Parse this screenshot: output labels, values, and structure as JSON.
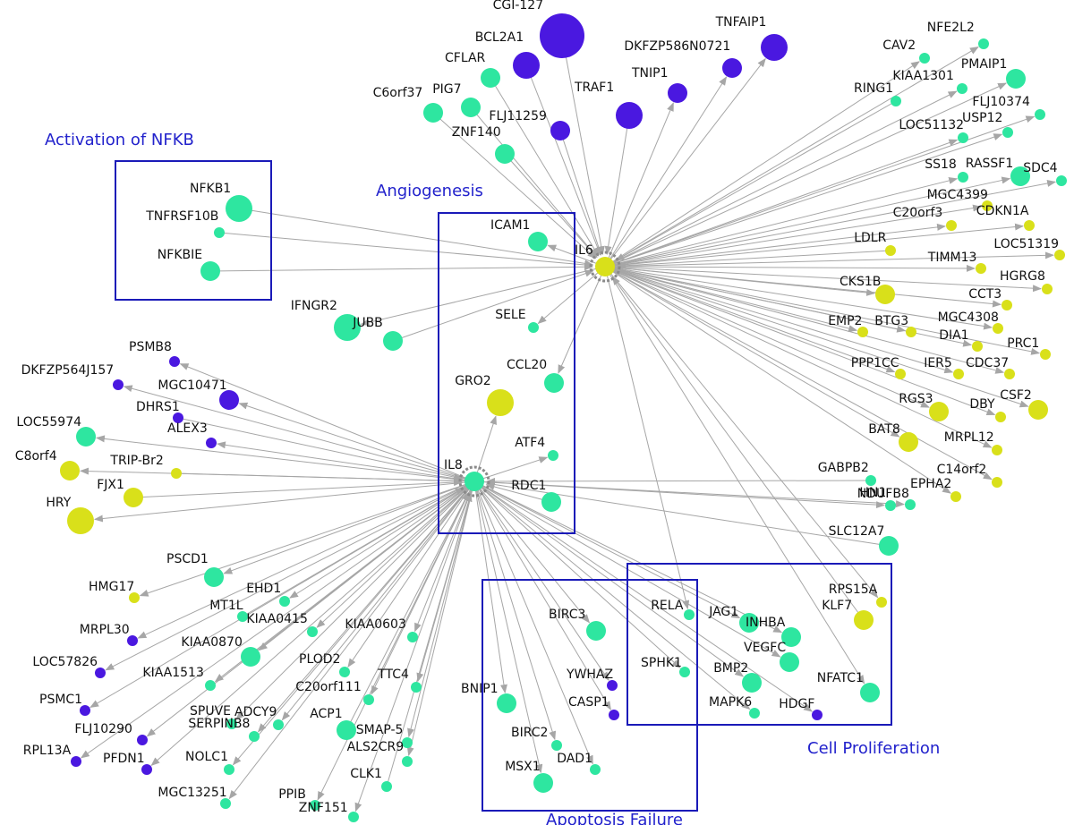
{
  "colors": {
    "purple": "#4a18e0",
    "green": "#2ee6a0",
    "yellow": "#d9e01a",
    "edge": "#a6a6a6",
    "group_border": "#1a1ab8",
    "group_title": "#2222cc"
  },
  "groups": [
    {
      "id": "nfkb",
      "title": "Activation of NFKB"
    },
    {
      "id": "angio",
      "title": "Angiogenesis"
    },
    {
      "id": "apop",
      "title": "Apoptosis Failure"
    },
    {
      "id": "prolif",
      "title": "Cell Proliferation"
    }
  ],
  "hubs": [
    {
      "id": "IL6",
      "label": "IL6",
      "color": "yellow",
      "size": "medium"
    },
    {
      "id": "IL8",
      "label": "IL8",
      "color": "green",
      "size": "medium"
    }
  ],
  "nodes": [
    {
      "label": "CGI-127",
      "color": "purple",
      "size": "xlarge",
      "hub": "IL6"
    },
    {
      "label": "TNFAIP1",
      "color": "purple",
      "size": "large",
      "hub": "IL6"
    },
    {
      "label": "BCL2A1",
      "color": "purple",
      "size": "large",
      "hub": "IL6"
    },
    {
      "label": "DKFZP586N0721",
      "color": "purple",
      "size": "medium",
      "hub": "IL6"
    },
    {
      "label": "CFLAR",
      "color": "green",
      "size": "medium",
      "hub": "IL6"
    },
    {
      "label": "TNIP1",
      "color": "purple",
      "size": "medium",
      "hub": "IL6"
    },
    {
      "label": "TRAF1",
      "color": "purple",
      "size": "large",
      "hub": "IL6"
    },
    {
      "label": "C6orf37",
      "color": "green",
      "size": "medium",
      "hub": "IL6"
    },
    {
      "label": "PIG7",
      "color": "green",
      "size": "medium",
      "hub": "IL6"
    },
    {
      "label": "FLJ11259",
      "color": "purple",
      "size": "medium",
      "hub": "IL6"
    },
    {
      "label": "ZNF140",
      "color": "green",
      "size": "medium",
      "hub": "IL6"
    },
    {
      "label": "NFE2L2",
      "color": "green",
      "size": "small",
      "hub": "IL6"
    },
    {
      "label": "CAV2",
      "color": "green",
      "size": "small",
      "hub": "IL6"
    },
    {
      "label": "KIAA1301",
      "color": "green",
      "size": "small",
      "hub": "IL6"
    },
    {
      "label": "PMAIP1",
      "color": "green",
      "size": "medium",
      "hub": "IL6"
    },
    {
      "label": "RING1",
      "color": "green",
      "size": "small",
      "hub": "IL6"
    },
    {
      "label": "FLJ10374",
      "color": "green",
      "size": "small",
      "hub": "IL6"
    },
    {
      "label": "LOC51132",
      "color": "green",
      "size": "small",
      "hub": "IL6"
    },
    {
      "label": "USP12",
      "color": "green",
      "size": "small",
      "hub": "IL6"
    },
    {
      "label": "SS18",
      "color": "green",
      "size": "small",
      "hub": "IL6"
    },
    {
      "label": "RASSF1",
      "color": "green",
      "size": "medium",
      "hub": "IL6"
    },
    {
      "label": "SDC4",
      "color": "green",
      "size": "small",
      "hub": "IL6"
    },
    {
      "label": "MGC4399",
      "color": "yellow",
      "size": "small",
      "hub": "IL6"
    },
    {
      "label": "C20orf3",
      "color": "yellow",
      "size": "small",
      "hub": "IL6"
    },
    {
      "label": "CDKN1A",
      "color": "yellow",
      "size": "small",
      "hub": "IL6"
    },
    {
      "label": "LDLR",
      "color": "yellow",
      "size": "small",
      "hub": "IL6"
    },
    {
      "label": "LOC51319",
      "color": "yellow",
      "size": "small",
      "hub": "IL6"
    },
    {
      "label": "TIMM13",
      "color": "yellow",
      "size": "small",
      "hub": "IL6"
    },
    {
      "label": "HGRG8",
      "color": "yellow",
      "size": "small",
      "hub": "IL6"
    },
    {
      "label": "CKS1B",
      "color": "yellow",
      "size": "medium",
      "hub": "IL6"
    },
    {
      "label": "CCT3",
      "color": "yellow",
      "size": "small",
      "hub": "IL6"
    },
    {
      "label": "EMP2",
      "color": "yellow",
      "size": "small",
      "hub": "IL6"
    },
    {
      "label": "BTG3",
      "color": "yellow",
      "size": "small",
      "hub": "IL6"
    },
    {
      "label": "MGC4308",
      "color": "yellow",
      "size": "small",
      "hub": "IL6"
    },
    {
      "label": "DIA1",
      "color": "yellow",
      "size": "small",
      "hub": "IL6"
    },
    {
      "label": "PRC1",
      "color": "yellow",
      "size": "small",
      "hub": "IL6"
    },
    {
      "label": "PPP1CC",
      "color": "yellow",
      "size": "small",
      "hub": "IL6"
    },
    {
      "label": "IER5",
      "color": "yellow",
      "size": "small",
      "hub": "IL6"
    },
    {
      "label": "CDC37",
      "color": "yellow",
      "size": "small",
      "hub": "IL6"
    },
    {
      "label": "RGS3",
      "color": "yellow",
      "size": "medium",
      "hub": "IL6"
    },
    {
      "label": "DBY",
      "color": "yellow",
      "size": "small",
      "hub": "IL6"
    },
    {
      "label": "CSF2",
      "color": "yellow",
      "size": "medium",
      "hub": "IL6"
    },
    {
      "label": "BAT8",
      "color": "yellow",
      "size": "medium",
      "hub": "IL6"
    },
    {
      "label": "MRPL12",
      "color": "yellow",
      "size": "small",
      "hub": "IL6"
    },
    {
      "label": "C14orf2",
      "color": "yellow",
      "size": "small",
      "hub": "IL6"
    },
    {
      "label": "GABPB2",
      "color": "green",
      "size": "small",
      "hub": "IL8"
    },
    {
      "label": "HN1",
      "color": "green",
      "size": "small",
      "hub": "IL8"
    },
    {
      "label": "EPHA2",
      "color": "yellow",
      "size": "small",
      "hub": "IL6"
    },
    {
      "label": "NDUFB8",
      "color": "green",
      "size": "small",
      "hub": "IL8"
    },
    {
      "label": "SLC12A7",
      "color": "green",
      "size": "medium",
      "hub": "IL8"
    },
    {
      "label": "NFKB1",
      "color": "green",
      "size": "large",
      "hub": "IL6",
      "group": "nfkb"
    },
    {
      "label": "TNFRSF10B",
      "color": "green",
      "size": "small",
      "hub": "IL6",
      "group": "nfkb"
    },
    {
      "label": "NFKBIE",
      "color": "green",
      "size": "medium",
      "hub": "IL6",
      "group": "nfkb"
    },
    {
      "label": "ICAM1",
      "color": "green",
      "size": "medium",
      "hub": "IL6",
      "group": "angio"
    },
    {
      "label": "SELE",
      "color": "green",
      "size": "small",
      "hub": "IL6",
      "group": "angio"
    },
    {
      "label": "GRO2",
      "color": "yellow",
      "size": "large",
      "hub": "IL8",
      "group": "angio"
    },
    {
      "label": "CCL20",
      "color": "green",
      "size": "medium",
      "hub": "IL6",
      "group": "angio"
    },
    {
      "label": "ATF4",
      "color": "green",
      "size": "small",
      "hub": "IL8",
      "group": "angio"
    },
    {
      "label": "RDC1",
      "color": "green",
      "size": "medium",
      "hub": "IL8",
      "group": "angio"
    },
    {
      "label": "IFNGR2",
      "color": "green",
      "size": "large",
      "hub": "IL6"
    },
    {
      "label": "JUBB",
      "color": "green",
      "size": "medium",
      "hub": "IL6"
    },
    {
      "label": "PSMB8",
      "color": "purple",
      "size": "small",
      "hub": "IL8"
    },
    {
      "label": "DKFZP564J157",
      "color": "purple",
      "size": "small",
      "hub": "IL8"
    },
    {
      "label": "MGC10471",
      "color": "purple",
      "size": "medium",
      "hub": "IL8"
    },
    {
      "label": "DHRS1",
      "color": "purple",
      "size": "small",
      "hub": "IL8"
    },
    {
      "label": "ALEX3",
      "color": "purple",
      "size": "small",
      "hub": "IL8"
    },
    {
      "label": "LOC55974",
      "color": "green",
      "size": "medium",
      "hub": "IL8"
    },
    {
      "label": "C8orf4",
      "color": "yellow",
      "size": "medium",
      "hub": "IL8"
    },
    {
      "label": "TRIP-Br2",
      "color": "yellow",
      "size": "small",
      "hub": "IL8"
    },
    {
      "label": "FJX1",
      "color": "yellow",
      "size": "medium",
      "hub": "IL8"
    },
    {
      "label": "HRY",
      "color": "yellow",
      "size": "large",
      "hub": "IL8"
    },
    {
      "label": "PSCD1",
      "color": "green",
      "size": "medium",
      "hub": "IL8"
    },
    {
      "label": "HMG17",
      "color": "yellow",
      "size": "small",
      "hub": "IL8"
    },
    {
      "label": "EHD1",
      "color": "green",
      "size": "small",
      "hub": "IL8"
    },
    {
      "label": "MT1L",
      "color": "green",
      "size": "small",
      "hub": "IL8"
    },
    {
      "label": "KIAA0415",
      "color": "green",
      "size": "small",
      "hub": "IL8"
    },
    {
      "label": "KIAA0603",
      "color": "green",
      "size": "small",
      "hub": "IL8"
    },
    {
      "label": "MRPL30",
      "color": "purple",
      "size": "small",
      "hub": "IL8"
    },
    {
      "label": "KIAA0870",
      "color": "green",
      "size": "medium",
      "hub": "IL8"
    },
    {
      "label": "PLOD2",
      "color": "green",
      "size": "small",
      "hub": "IL8"
    },
    {
      "label": "LOC57826",
      "color": "purple",
      "size": "small",
      "hub": "IL8"
    },
    {
      "label": "KIAA1513",
      "color": "green",
      "size": "small",
      "hub": "IL8"
    },
    {
      "label": "TTC4",
      "color": "green",
      "size": "small",
      "hub": "IL8"
    },
    {
      "label": "C20orf111",
      "color": "green",
      "size": "small",
      "hub": "IL8"
    },
    {
      "label": "PSMC1",
      "color": "purple",
      "size": "small",
      "hub": "IL8"
    },
    {
      "label": "SPUVE",
      "color": "green",
      "size": "small",
      "hub": "IL8"
    },
    {
      "label": "ADCY9",
      "color": "green",
      "size": "small",
      "hub": "IL8"
    },
    {
      "label": "ACP1",
      "color": "green",
      "size": "medium",
      "hub": "IL8"
    },
    {
      "label": "FLJ10290",
      "color": "purple",
      "size": "small",
      "hub": "IL8"
    },
    {
      "label": "SERPINB8",
      "color": "green",
      "size": "small",
      "hub": "IL8"
    },
    {
      "label": "SMAP-5",
      "color": "green",
      "size": "small",
      "hub": "IL8"
    },
    {
      "label": "RPL13A",
      "color": "purple",
      "size": "small",
      "hub": "IL8"
    },
    {
      "label": "PFDN1",
      "color": "purple",
      "size": "small",
      "hub": "IL8"
    },
    {
      "label": "NOLC1",
      "color": "green",
      "size": "small",
      "hub": "IL8"
    },
    {
      "label": "ALS2CR9",
      "color": "green",
      "size": "small",
      "hub": "IL8"
    },
    {
      "label": "MGC13251",
      "color": "green",
      "size": "small",
      "hub": "IL8"
    },
    {
      "label": "PPIB",
      "color": "green",
      "size": "small",
      "hub": "IL8"
    },
    {
      "label": "CLK1",
      "color": "green",
      "size": "small",
      "hub": "IL8"
    },
    {
      "label": "ZNF151",
      "color": "green",
      "size": "small",
      "hub": "IL8"
    },
    {
      "label": "BIRC3",
      "color": "green",
      "size": "medium",
      "hub": "IL8",
      "group": "apop"
    },
    {
      "label": "YWHAZ",
      "color": "purple",
      "size": "small",
      "hub": "IL8",
      "group": "apop"
    },
    {
      "label": "BNIP1",
      "color": "green",
      "size": "medium",
      "hub": "IL8",
      "group": "apop"
    },
    {
      "label": "CASP1",
      "color": "purple",
      "size": "small",
      "hub": "IL8",
      "group": "apop"
    },
    {
      "label": "BIRC2",
      "color": "green",
      "size": "small",
      "hub": "IL8",
      "group": "apop"
    },
    {
      "label": "DAD1",
      "color": "green",
      "size": "small",
      "hub": "IL8",
      "group": "apop"
    },
    {
      "label": "MSX1",
      "color": "green",
      "size": "medium",
      "hub": "IL8",
      "group": "apop"
    },
    {
      "label": "RELA",
      "color": "green",
      "size": "small",
      "hub": "IL6",
      "group": "prolif"
    },
    {
      "label": "JAG1",
      "color": "green",
      "size": "medium",
      "hub": "IL8",
      "group": "prolif"
    },
    {
      "label": "INHBA",
      "color": "green",
      "size": "medium",
      "hub": "IL8",
      "group": "prolif"
    },
    {
      "label": "RPS15A",
      "color": "yellow",
      "size": "small",
      "hub": "IL6",
      "group": "prolif"
    },
    {
      "label": "KLF7",
      "color": "yellow",
      "size": "medium",
      "hub": "IL6",
      "group": "prolif"
    },
    {
      "label": "SPHK1",
      "color": "green",
      "size": "small",
      "hub": "IL8",
      "group": "prolif"
    },
    {
      "label": "VEGFC",
      "color": "green",
      "size": "medium",
      "hub": "IL8",
      "group": "prolif"
    },
    {
      "label": "BMP2",
      "color": "green",
      "size": "medium",
      "hub": "IL8",
      "group": "prolif"
    },
    {
      "label": "NFATC1",
      "color": "green",
      "size": "medium",
      "hub": "IL6",
      "group": "prolif"
    },
    {
      "label": "MAPK6",
      "color": "green",
      "size": "small",
      "hub": "IL8",
      "group": "prolif"
    },
    {
      "label": "HDGF",
      "color": "purple",
      "size": "small",
      "hub": "IL8",
      "group": "prolif"
    }
  ]
}
